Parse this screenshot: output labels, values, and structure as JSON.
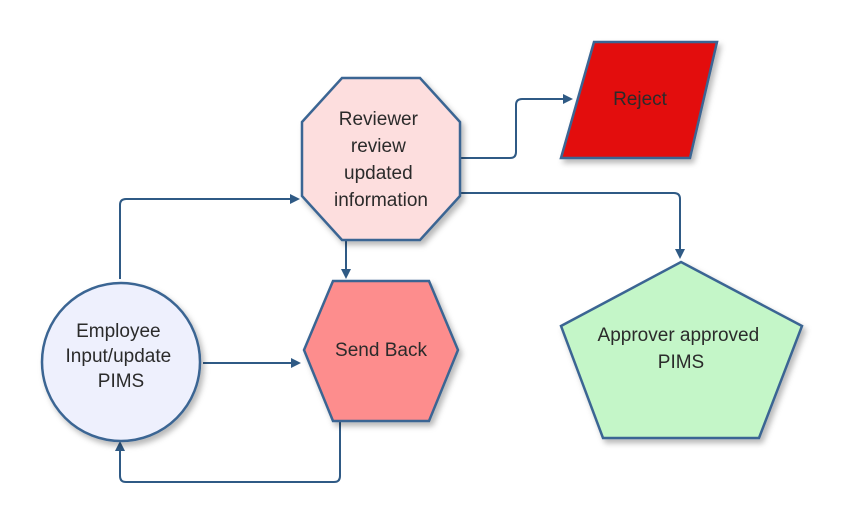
{
  "nodes": {
    "reviewer": {
      "lines": [
        "Reviewer",
        "review",
        "updated",
        "information"
      ],
      "fill": "#fddede"
    },
    "reject": {
      "lines": [
        "Reject"
      ],
      "fill": "#e31010"
    },
    "employee": {
      "lines": [
        "Employee",
        "Input/update",
        "PIMS"
      ],
      "fill": "#eef0fd"
    },
    "send_back": {
      "lines": [
        "Send Back"
      ],
      "fill": "#fd8d8d"
    },
    "approver": {
      "lines": [
        "Approver approved",
        "PIMS"
      ],
      "fill": "#c4f6c8"
    }
  },
  "colors": {
    "outline": "#3a6593",
    "connector": "#2f5a85"
  }
}
